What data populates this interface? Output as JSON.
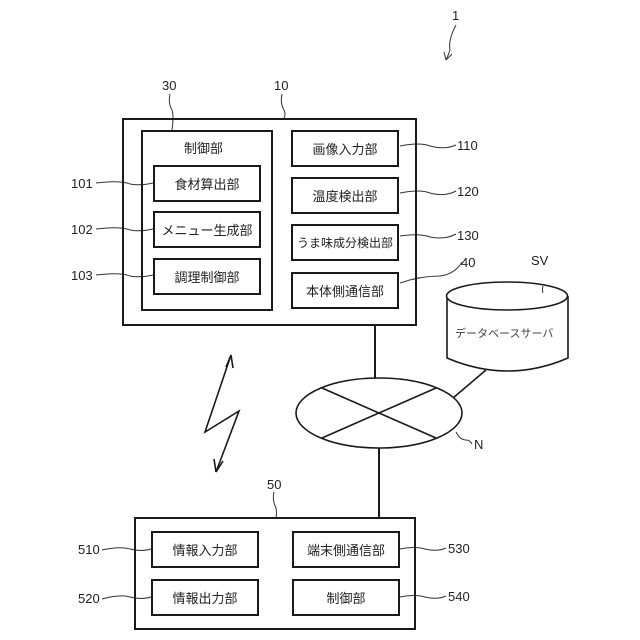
{
  "system": {
    "ref": "1"
  },
  "main_body": {
    "ref": "10",
    "control": {
      "ref": "30",
      "title": "制御部",
      "units": [
        {
          "ref": "101",
          "label": "食材算出部"
        },
        {
          "ref": "102",
          "label": "メニュー生成部"
        },
        {
          "ref": "103",
          "label": "調理制御部"
        }
      ]
    },
    "units": [
      {
        "ref": "110",
        "label": "画像入力部"
      },
      {
        "ref": "120",
        "label": "温度検出部"
      },
      {
        "ref": "130",
        "label": "うま味成分検出部"
      },
      {
        "ref": "40",
        "label": "本体側通信部"
      }
    ]
  },
  "server": {
    "ref": "SV",
    "label": "データベースサーバ"
  },
  "network": {
    "ref": "N"
  },
  "terminal": {
    "ref": "50",
    "units": [
      {
        "ref": "510",
        "label": "情報入力部"
      },
      {
        "ref": "520",
        "label": "情報出力部"
      },
      {
        "ref": "530",
        "label": "端末側通信部"
      },
      {
        "ref": "540",
        "label": "制御部"
      }
    ]
  }
}
